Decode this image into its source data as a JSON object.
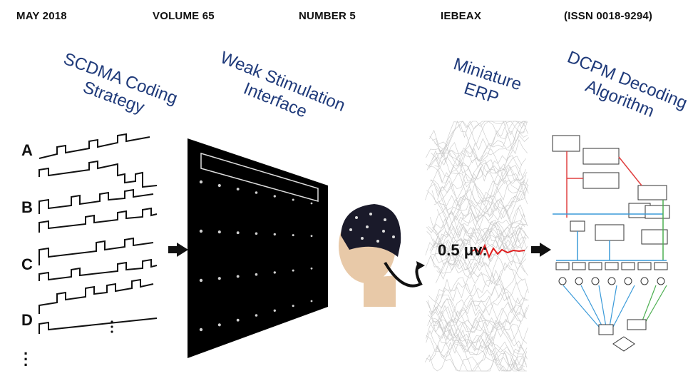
{
  "header": {
    "date": "MAY 2018",
    "volume": "VOLUME 65",
    "number": "NUMBER 5",
    "code": "IEBEAX",
    "issn": "(ISSN 0018-9294)"
  },
  "panels": {
    "coding": {
      "line1": "SCDMA Coding",
      "line2": "Strategy",
      "rows": [
        "A",
        "B",
        "C",
        "D"
      ]
    },
    "interface": {
      "line1": "Weak Stimulation",
      "line2": "Interface"
    },
    "erp": {
      "line1": "Miniature",
      "line2": "ERP",
      "amplitude_label": "0.5 μv:"
    },
    "decoding": {
      "line1": "DCPM Decoding",
      "line2": "Algorithm"
    }
  },
  "colors": {
    "title_blue": "#1f3a7a",
    "erp_red": "#e02020",
    "screen_black": "#000000"
  }
}
